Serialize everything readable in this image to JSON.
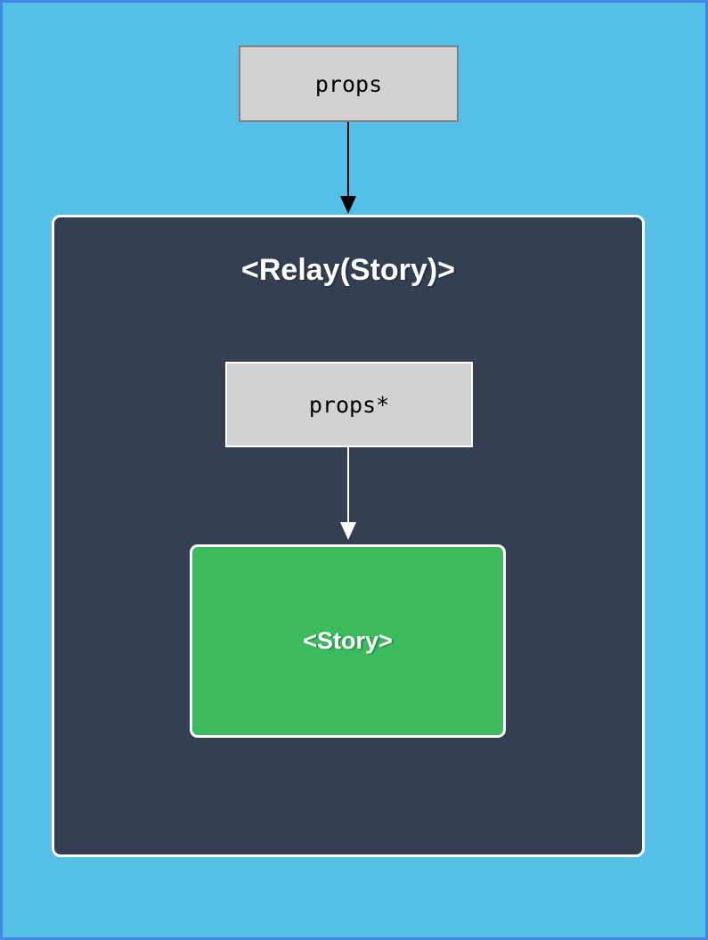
{
  "colors": {
    "page_bg": "#54c0e8",
    "page_border": "#4285e2",
    "gray_node_bg": "#d2d2d2",
    "gray_node_border": "#808080",
    "container_bg": "#344051",
    "white": "#ffffff",
    "story_bg": "#3cba5e",
    "arrow_black": "#000000",
    "text_dark": "#000000",
    "text_light": "#ffffff"
  },
  "nodes": {
    "props": {
      "label": "props"
    },
    "relay": {
      "title": "<Relay(Story)>"
    },
    "props_star": {
      "label": "props*"
    },
    "story": {
      "label": "<Story>"
    }
  },
  "arrows": [
    {
      "name": "props-to-relay",
      "color": "#000000",
      "style": "solid"
    },
    {
      "name": "props-star-to-story",
      "color": "#ffffff",
      "style": "solid"
    }
  ]
}
